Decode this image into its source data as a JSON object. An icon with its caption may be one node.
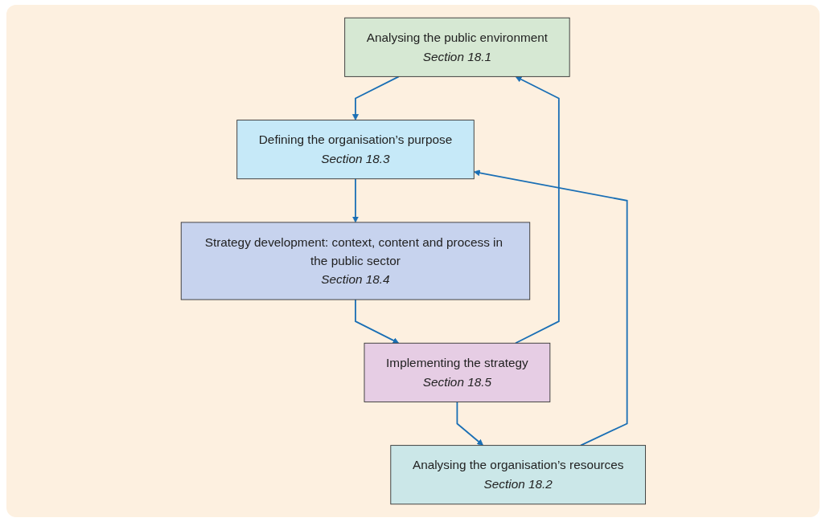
{
  "diagram": {
    "nodes": [
      {
        "text": [
          "Analysing the public environment",
          "Section 18.1"
        ]
      },
      {
        "text": [
          "Analysing the organisation’s resources",
          "Section 18.2"
        ]
      },
      {
        "text": [
          "Defining the organisation’s purpose",
          "Section 18.3"
        ]
      },
      {
        "text": [
          "Strategy development: context, content and process in the public sector",
          "Section 18.4"
        ]
      },
      {
        "text": [
          "Implementing the strategy",
          "Section 18.5"
        ]
      }
    ],
    "edges": [
      {
        "from": 0,
        "to": 2,
        "arrow": "to"
      },
      {
        "from": 1,
        "to": 2,
        "arrow": "to"
      },
      {
        "from": 2,
        "to": 3,
        "arrow": "to"
      },
      {
        "from": 3,
        "to": 4,
        "arrow": "to"
      },
      {
        "from": 4,
        "to": 0,
        "arrow": "to"
      },
      {
        "from": 4,
        "to": 1,
        "arrow": "to"
      }
    ]
  }
}
